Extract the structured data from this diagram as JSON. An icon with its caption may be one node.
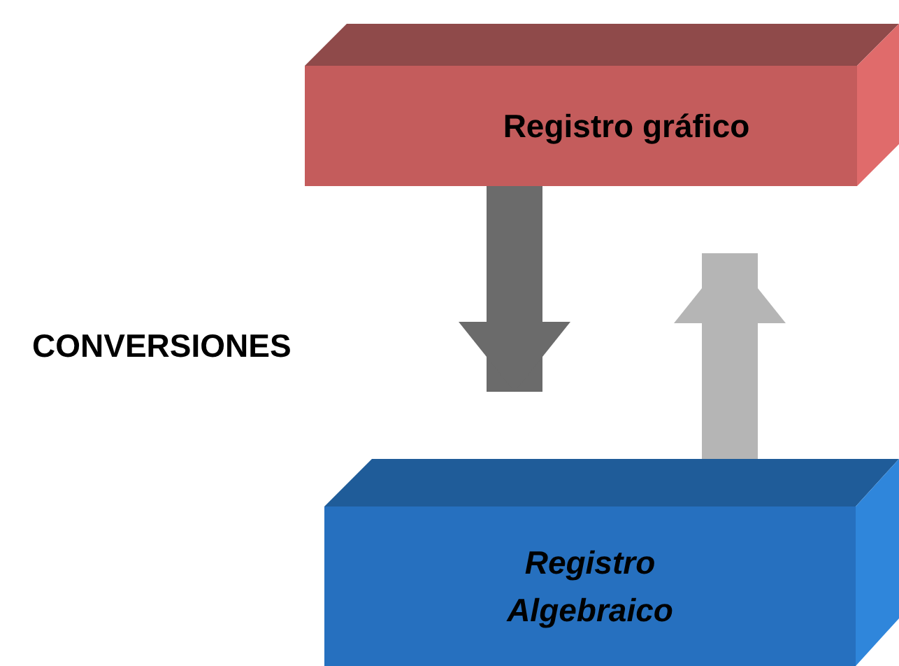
{
  "diagram": {
    "nodes": [
      {
        "text": [
          "Registro gráfico"
        ]
      },
      {
        "text": [
          "Registro Algebraico"
        ]
      }
    ],
    "edges": [
      {
        "from": 0,
        "to": 1,
        "arrow": "to",
        "color": "#6b6b6b"
      },
      {
        "from": 1,
        "to": 0,
        "arrow": "to",
        "color": "#b5b5b5"
      }
    ],
    "labels": [
      "CONVERSIONES"
    ]
  }
}
